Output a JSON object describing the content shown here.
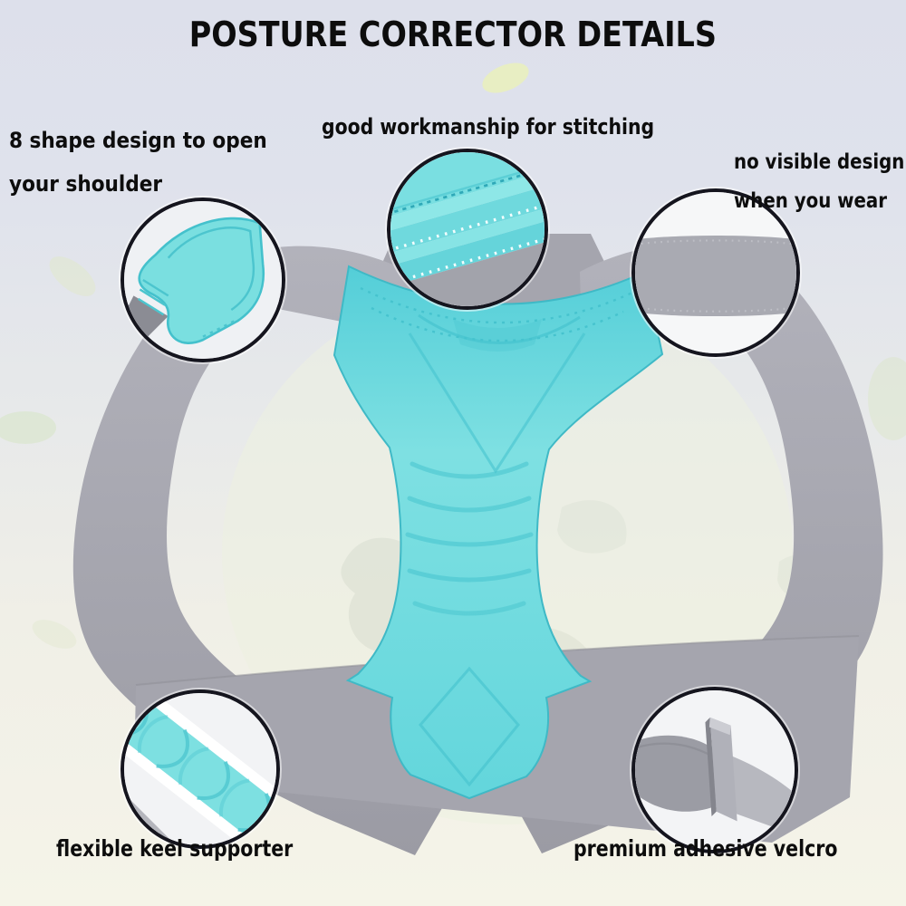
{
  "title": "POSTURE CORRECTOR DETAILS",
  "annotations": {
    "shape_design": {
      "line1": "8 shape design to open",
      "line2": "your shoulder"
    },
    "stitching": {
      "label": "good workmanship for stitching"
    },
    "no_visible": {
      "line1": "no visible design",
      "line2": "when you wear"
    },
    "keel": {
      "label": "flexible keel supporter"
    },
    "velcro": {
      "label": "premium adhesive velcro"
    }
  },
  "callouts": {
    "top_left": {
      "icon": "magnified-8-shape-fabric-icon"
    },
    "top_center": {
      "icon": "magnified-stitch-seam-icon"
    },
    "top_right": {
      "icon": "magnified-plain-strap-icon"
    },
    "bottom_left": {
      "icon": "magnified-keel-texture-icon"
    },
    "bottom_right": {
      "icon": "magnified-velcro-strap-icon"
    }
  },
  "colors": {
    "background_top": "#dde0eb",
    "background_bottom": "#f5f4e8",
    "text": "#0d0d0d",
    "teal": "#6fd9de",
    "teal_light": "#8ae5e6",
    "teal_dark": "#46c3ce",
    "strap_gray": "#a5a5ae",
    "strap_gray_dark": "#94949d",
    "strap_gray_light": "#c0c0c7",
    "circle_ring": "#15151e"
  }
}
